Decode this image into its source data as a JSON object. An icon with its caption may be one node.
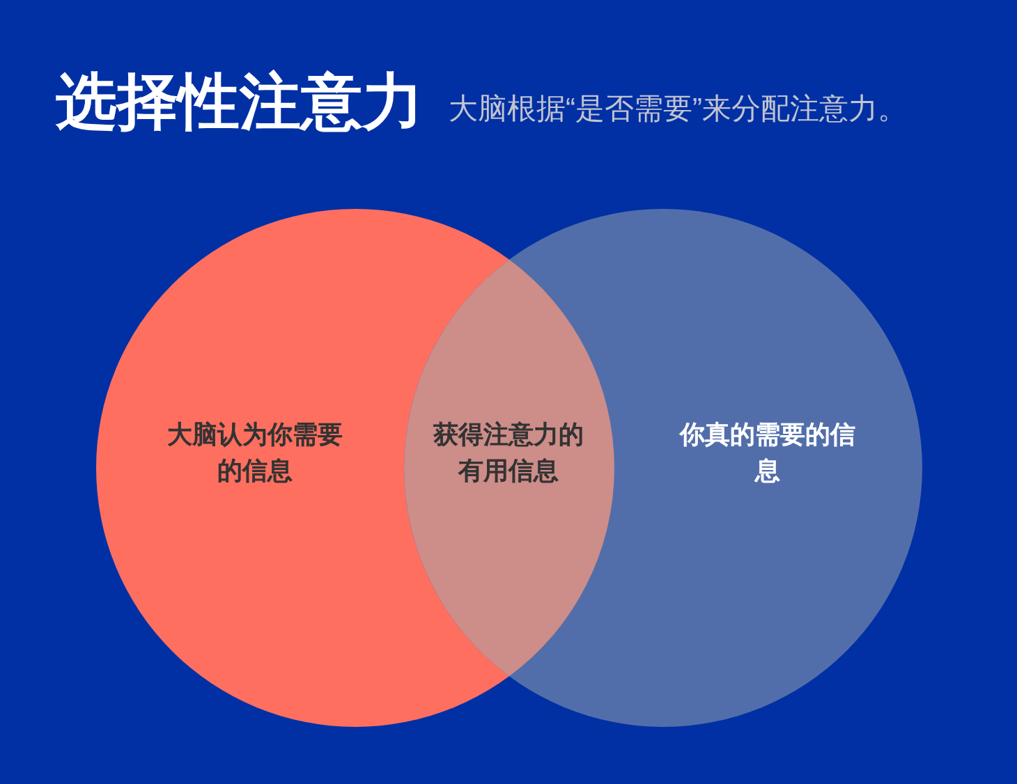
{
  "diagram": {
    "title": "选择性注意力",
    "nodes": [
      {
        "text": [
          "大脑认为你需要的信息"
        ]
      },
      {
        "text": [
          "你真的需要的信息"
        ]
      },
      {
        "text": [
          "获得注意力的有用信息"
        ]
      }
    ],
    "labels": [
      "大脑根据“是否需要”来分配注意力。"
    ]
  }
}
